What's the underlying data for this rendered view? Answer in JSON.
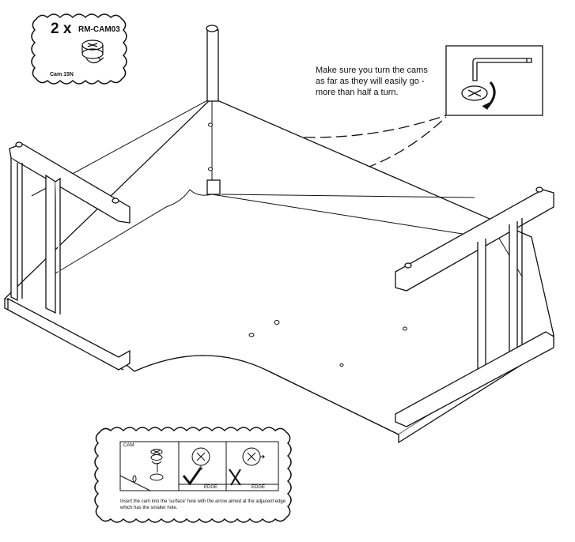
{
  "parts_callout": {
    "quantity": "2 x",
    "part_code": "RM-CAM03",
    "part_name": "Cam 15N",
    "icon": "cam-fitting-icon"
  },
  "instruction": {
    "text": "Make sure you turn the cams\nas far as they will easily go -\nmore than half a turn.",
    "icon": "allen-key-turning-cam-icon"
  },
  "detail_callout": {
    "cam_label": "CAM",
    "correct_edge_label": "EDGE",
    "incorrect_edge_label": "EDGE",
    "correct_icon": "check-mark-icon",
    "incorrect_icon": "cross-mark-icon",
    "note": "Insert the cam into the 'surface' hole with the arrow aimed at the adjacent edge which has the smaller hole."
  },
  "colors": {
    "line": "#111111",
    "background": "#ffffff"
  }
}
